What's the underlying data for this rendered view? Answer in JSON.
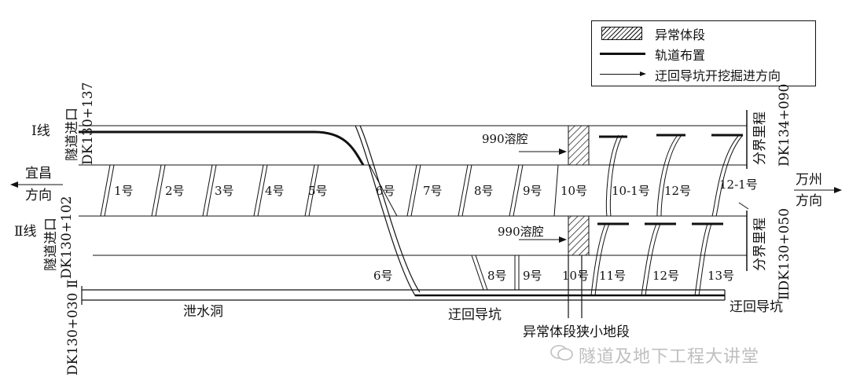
{
  "legend": {
    "abnormal": "异常体段",
    "track": "轨道布置",
    "direction": "迂回导坑开挖掘进方向"
  },
  "line1": {
    "name": "Ⅰ线",
    "portal": "隧道进口",
    "portal_km": "DK130+137",
    "boundary": "分界里程",
    "boundary_km": "DK134+090"
  },
  "line2": {
    "name": "Ⅱ线",
    "portal": "隧道进口",
    "portal_km": "DK130+102",
    "boundary": "分界里程",
    "boundary_km": "ⅡDK130+050"
  },
  "west": {
    "place": "宜昌",
    "dir": "方向"
  },
  "east": {
    "place": "万州",
    "dir": "方向"
  },
  "drain_km": "DK130+030 Ⅱ",
  "drain_tunnel": "泄水洞",
  "detour_bottom": "迂回导坑",
  "detour_right": "迂回导坑",
  "karst_top": "990溶腔",
  "karst_mid": "990溶腔",
  "narrow_section": "异常体段狭小地段",
  "middle_labels": [
    "1号",
    "2号",
    "3号",
    "4号",
    "5号",
    "6号",
    "7号",
    "8号",
    "9号",
    "10号",
    "10-1号",
    "12号",
    "12-1号"
  ],
  "lower_labels": [
    "6号",
    "8号",
    "9号",
    "10号",
    "11号",
    "12号",
    "13号"
  ],
  "watermark": "隧道及地下工程大讲堂"
}
